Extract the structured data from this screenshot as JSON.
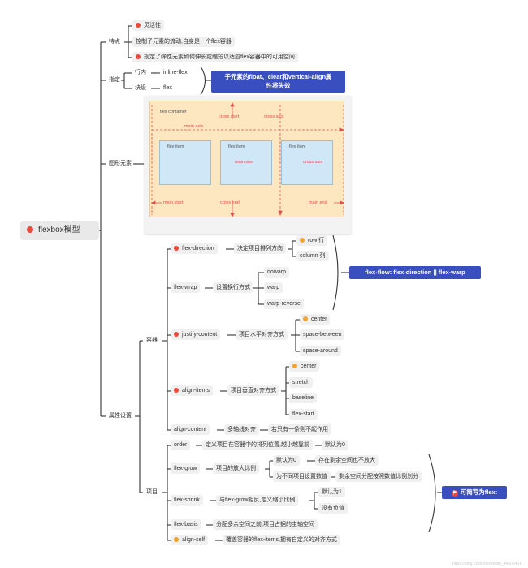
{
  "root": {
    "label": "flexbox模型"
  },
  "features": {
    "label": "特点",
    "items": [
      "灵活性",
      "控制子元素的流动,自身是一个flex容器",
      "规定了弹性元素如何伸长或缩短以适应flex容器中的可用空间"
    ]
  },
  "specify": {
    "label": "指定",
    "inline": {
      "label": "行内",
      "value": "inline-flex"
    },
    "block": {
      "label": "块级",
      "value": "flex"
    },
    "callout": [
      "子元素的float、clear和vertical-align属",
      "性将失效"
    ]
  },
  "graphic": {
    "label": "图形元素",
    "container": "flex container",
    "cross_start": "cross start",
    "cross_axis": "cross axis",
    "main_axis": "main axis",
    "flex_item": "flex item",
    "main_size": "main size",
    "cross_size": "cross size",
    "main_start": "main start",
    "cross_end": "cross end",
    "main_end": "main end"
  },
  "props": {
    "label": "属性设置",
    "container": {
      "label": "容器",
      "flex_direction": {
        "label": "flex-direction",
        "desc": "决定项目排列方向",
        "values": [
          "row 行",
          "column 列"
        ]
      },
      "flex_wrap": {
        "label": "flex-wrap",
        "desc": "设置换行方式",
        "values": [
          "nowarp",
          "warp",
          "warp-reverse"
        ]
      },
      "flex_flow_callout": "flex-flow:  flex-direction || flex-warp",
      "justify_content": {
        "label": "justify-content",
        "desc": "项目水平对齐方式",
        "values": [
          "center",
          "space-between",
          "space-around"
        ]
      },
      "align_items": {
        "label": "align-items",
        "desc": "项目垂直对齐方式",
        "values": [
          "center",
          "stretch",
          "baseline",
          "flex-start"
        ]
      },
      "align_content": {
        "label": "align-content",
        "desc": "多轴线对齐",
        "note": "若只有一条则不起作用"
      }
    },
    "item": {
      "label": "项目",
      "order": {
        "label": "order",
        "desc": "定义项目在容器中的排列位置,越小越靠前",
        "default": "默认为0"
      },
      "flex_grow": {
        "label": "flex-grow",
        "desc": "项目的放大比例",
        "a": "默认为0",
        "a_note": "存在剩余空间也不放大",
        "b": "为不同项目设置数值",
        "b_note": "剩余空间分配按照数值比例划分"
      },
      "flex_shrink": {
        "label": "flex-shrink",
        "desc": "与flex-grow相反,定义缩小比例",
        "a": "默认为1",
        "b": "没有负值"
      },
      "flex_basis": {
        "label": "flex-basis",
        "desc": "分配多余空间之前,项目占据的主轴空间"
      },
      "align_self": {
        "label": "align-self",
        "desc": "覆盖容器的flex-items,拥有自定义的对齐方式"
      },
      "callout": "可简写为flex:"
    }
  },
  "watermark": "https://blog.csdn.net/weixin_44505401",
  "colors": {
    "callout": "#3a4fbf",
    "dot_red": "#e84a3c",
    "dot_orange": "#f0a32e",
    "container_fill": "#fce7c0",
    "item_fill": "#cfe7f7",
    "axis": "#e05050"
  }
}
